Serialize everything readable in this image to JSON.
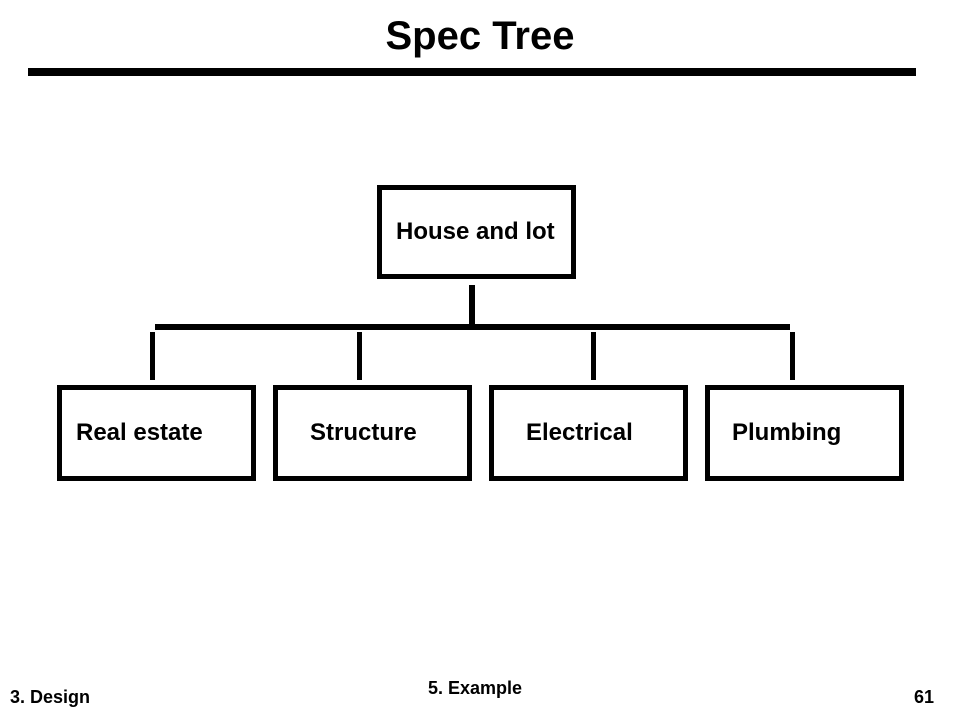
{
  "slide": {
    "title": "Spec Tree"
  },
  "diagram": {
    "root": {
      "label": "House and lot"
    },
    "children": [
      {
        "label": "Real estate"
      },
      {
        "label": "Structure"
      },
      {
        "label": "Electrical"
      },
      {
        "label": "Plumbing"
      }
    ]
  },
  "footer": {
    "left": "3. Design",
    "center": "5. Example",
    "right": "61"
  }
}
